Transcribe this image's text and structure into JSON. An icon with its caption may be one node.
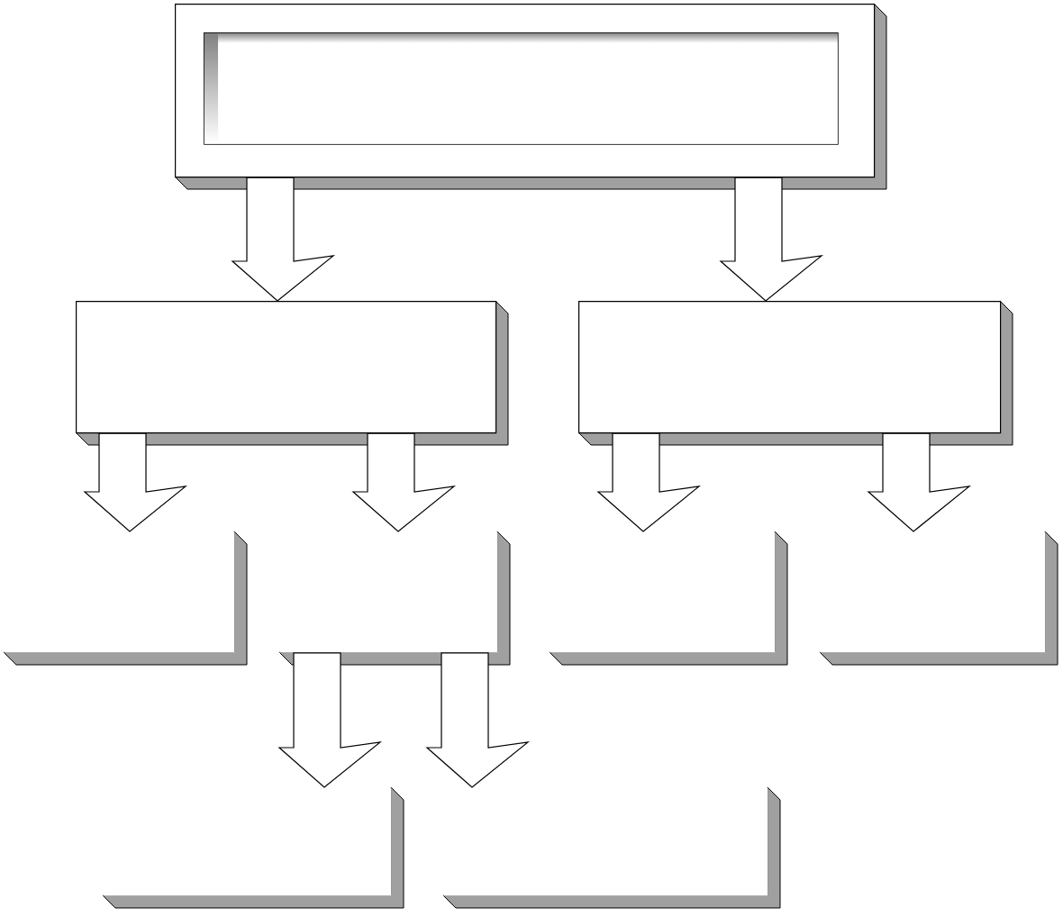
{
  "diagram": {
    "nodes": [
      {
        "text": [],
        "shape": "box"
      },
      {
        "text": [],
        "shape": "box",
        "in": 0
      },
      {
        "text": [],
        "shape": "box"
      },
      {
        "text": [],
        "shape": "box"
      },
      {
        "text": [],
        "shape": "box"
      },
      {
        "text": [],
        "shape": "box"
      },
      {
        "text": [],
        "shape": "box"
      },
      {
        "text": [],
        "shape": "box"
      },
      {
        "text": [],
        "shape": "box"
      },
      {
        "text": [],
        "shape": "box"
      }
    ],
    "edges": [
      {
        "from": 0,
        "to": 2,
        "arrow": "to"
      },
      {
        "from": 0,
        "to": 3,
        "arrow": "to"
      },
      {
        "from": 2,
        "to": 4,
        "arrow": "to"
      },
      {
        "from": 2,
        "to": 5,
        "arrow": "to"
      },
      {
        "from": 3,
        "to": 6,
        "arrow": "to"
      },
      {
        "from": 3,
        "to": 7,
        "arrow": "to"
      },
      {
        "from": 5,
        "to": 8,
        "arrow": "to"
      },
      {
        "from": 5,
        "to": 9,
        "arrow": "to"
      }
    ]
  }
}
